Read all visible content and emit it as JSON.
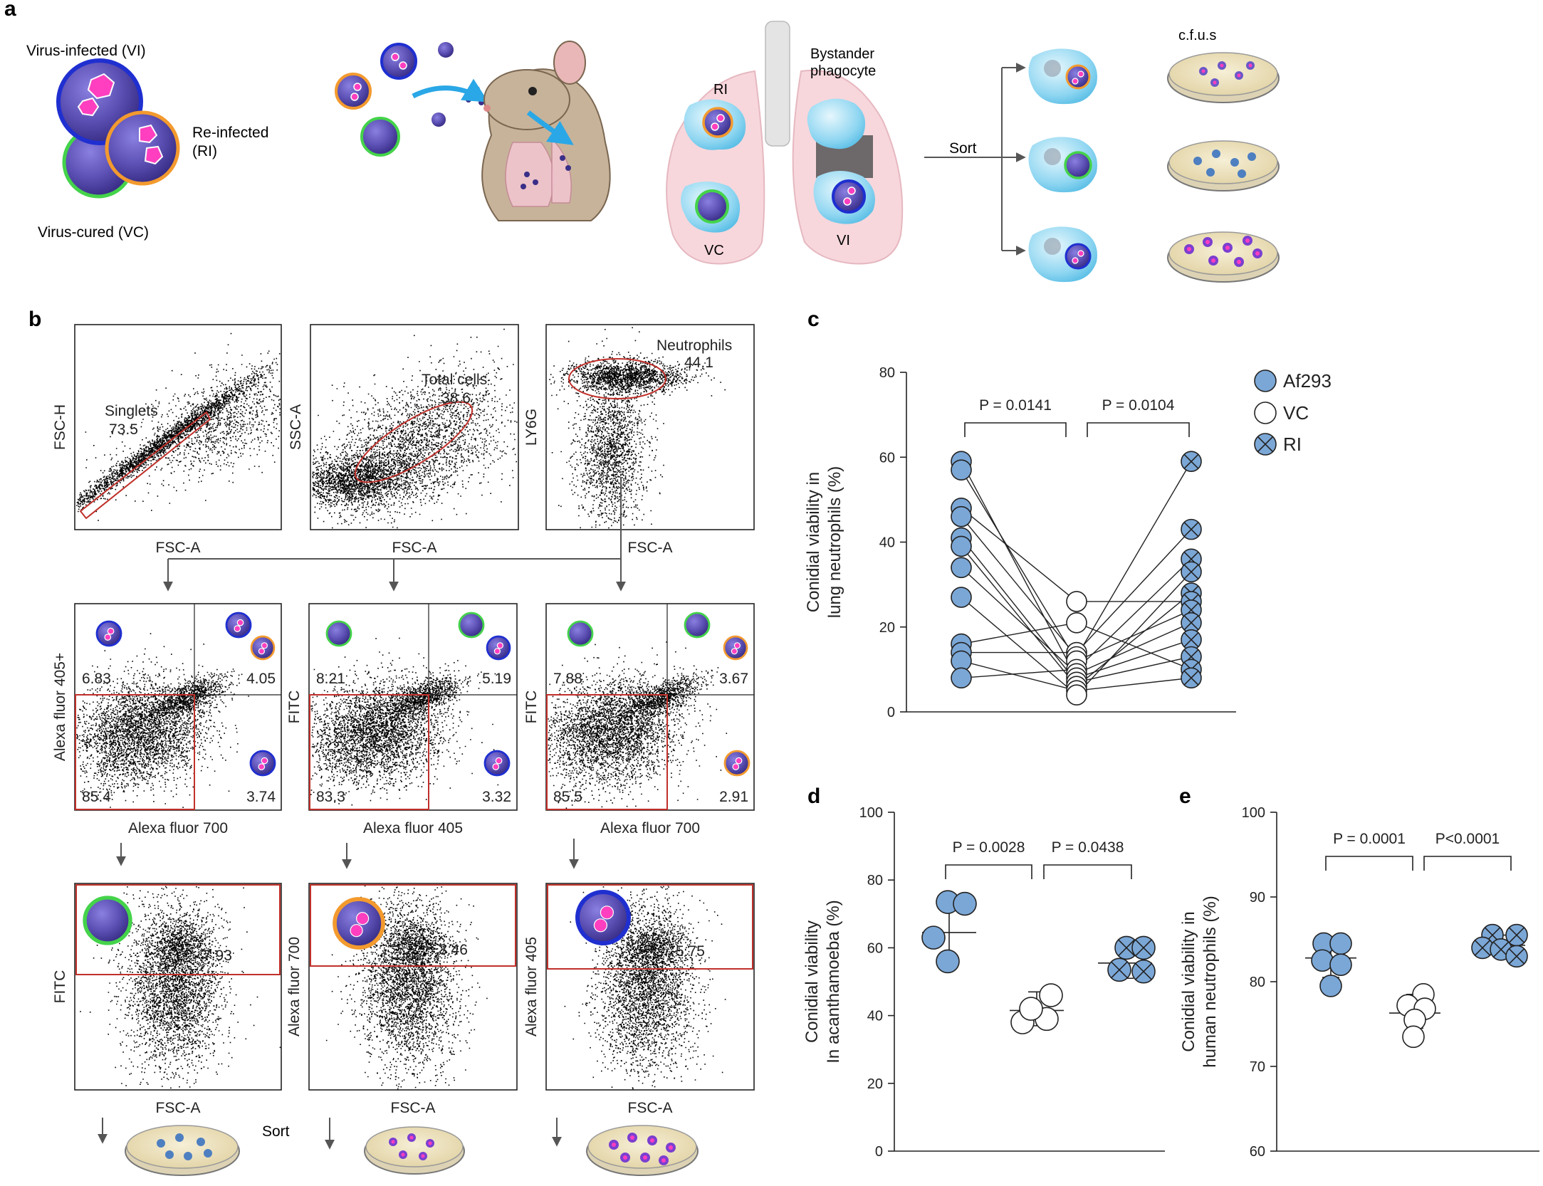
{
  "panels": {
    "a": {
      "letter": "a",
      "labels": {
        "vi": "Virus-infected (VI)",
        "ri_line1": "Re-infected",
        "ri_line2": "(RI)",
        "vc": "Virus-cured (VC)",
        "lung_ri": "RI",
        "lung_vc": "VC",
        "lung_vi": "VI",
        "bystander_line1": "Bystander",
        "bystander_line2": "phagocyte",
        "sort": "Sort",
        "cfus": "c.f.u.s"
      }
    },
    "b": {
      "letter": "b",
      "plots": [
        {
          "id": "singlets",
          "x_label": "FSC-A",
          "y_label": "FSC-H",
          "gate_label": "Singlets",
          "gate_value": "73.5"
        },
        {
          "id": "total",
          "x_label": "FSC-A",
          "y_label": "SSC-A",
          "gate_label": "Total cells",
          "gate_value": "38.6"
        },
        {
          "id": "neutro",
          "x_label": "FSC-A",
          "y_label": "LY6G",
          "gate_label": "Neutrophils",
          "gate_value": "44.1"
        },
        {
          "id": "q1",
          "x_label": "Alexa fluor 700",
          "y_label": "Alexa fluor 405+",
          "quadrants": {
            "ul": "6.83",
            "ur": "4.05",
            "ll": "85.4",
            "lr": "3.74"
          }
        },
        {
          "id": "q2",
          "x_label": "Alexa fluor 405",
          "y_label": "FITC",
          "quadrants": {
            "ul": "8.21",
            "ur": "5.19",
            "ll": "83.3",
            "lr": "3.32"
          }
        },
        {
          "id": "q3",
          "x_label": "Alexa fluor 700",
          "y_label": "FITC",
          "quadrants": {
            "ul": "7.88",
            "ur": "3.67",
            "ll": "85.5",
            "lr": "2.91"
          }
        },
        {
          "id": "s1",
          "x_label": "FSC-A",
          "y_label": "FITC",
          "gate_value": "7.93"
        },
        {
          "id": "s2",
          "x_label": "FSC-A",
          "y_label": "Alexa fluor 700",
          "gate_value": "3.46"
        },
        {
          "id": "s3",
          "x_label": "FSC-A",
          "y_label": "Alexa fluor 405",
          "gate_value": "5.75"
        }
      ],
      "sort_label": "Sort"
    },
    "c": {
      "letter": "c"
    },
    "d": {
      "letter": "d"
    },
    "e": {
      "letter": "e"
    }
  },
  "colors": {
    "af293": "#7ba7d6",
    "vc": "#ffffff",
    "conidium": "#5b4fb3",
    "vi_ring": "#1f2fd0",
    "ri_ring": "#f39a2e",
    "vc_ring": "#44d34a",
    "virus": "#ff3fbf",
    "gate": "#c0302a",
    "lung": "#f7d7dc",
    "phagocyte": "#7fd0ee",
    "dish": "#efe4c2"
  },
  "chart_data": [
    {
      "id": "c",
      "type": "scatter",
      "categories": [
        "Af293",
        "VC",
        "RI"
      ],
      "ylabel": "Conidial viability in lung neutrophils (%)",
      "ylim": [
        0,
        80
      ],
      "yticks": [
        0,
        20,
        40,
        60,
        80
      ],
      "legend": [
        "Af293",
        "VC",
        "RI"
      ],
      "legend_placement": "top-right",
      "series": [
        {
          "name": "Af293",
          "values": [
            59,
            57,
            48,
            46,
            41,
            39,
            34,
            27,
            16,
            14,
            12,
            8
          ]
        },
        {
          "name": "VC",
          "values": [
            26,
            21,
            14,
            13,
            12,
            10,
            9,
            8,
            7,
            6,
            5,
            4
          ]
        },
        {
          "name": "RI",
          "values": [
            59,
            43,
            36,
            33,
            28,
            26,
            24,
            21,
            17,
            13,
            10,
            8
          ]
        }
      ],
      "pairs": [
        [
          59,
          8
        ],
        [
          57,
          12
        ],
        [
          48,
          26
        ],
        [
          46,
          13
        ],
        [
          41,
          7
        ],
        [
          39,
          6
        ],
        [
          34,
          9
        ],
        [
          27,
          4
        ],
        [
          16,
          21
        ],
        [
          14,
          14
        ],
        [
          12,
          5
        ],
        [
          8,
          10
        ]
      ],
      "pairs_vc_ri": [
        [
          4,
          33
        ],
        [
          5,
          8
        ],
        [
          6,
          28
        ],
        [
          7,
          13
        ],
        [
          8,
          17
        ],
        [
          9,
          21
        ],
        [
          10,
          36
        ],
        [
          12,
          24
        ],
        [
          13,
          59
        ],
        [
          14,
          43
        ],
        [
          21,
          10
        ],
        [
          26,
          26
        ]
      ],
      "pvalues": [
        "P = 0.0141",
        "P = 0.0104"
      ]
    },
    {
      "id": "d",
      "type": "scatter",
      "categories": [
        "Af293",
        "VC",
        "RI"
      ],
      "ylabel": "Conidial viability In acanthamoeba (%)",
      "ylim": [
        0,
        100
      ],
      "yticks": [
        0,
        20,
        40,
        60,
        80,
        100
      ],
      "series": [
        {
          "name": "Af293",
          "values": [
            73.5,
            73,
            63,
            56
          ],
          "mean": 64.5,
          "sd_low": 55.5,
          "sd_high": 73.5
        },
        {
          "name": "VC",
          "values": [
            46,
            38,
            39,
            42
          ],
          "mean": 41.5,
          "sd_low": 37,
          "sd_high": 47
        },
        {
          "name": "RI",
          "values": [
            60,
            60,
            53.5,
            53
          ],
          "mean": 55.5,
          "sd_low": 51,
          "sd_high": 60.5
        }
      ],
      "pvalues": [
        "P = 0.0028",
        "P = 0.0438"
      ]
    },
    {
      "id": "e",
      "type": "scatter",
      "categories": [
        "Af293",
        "VC",
        "RI"
      ],
      "ylabel": "Conidial viability in human neutrophils (%)",
      "ylim": [
        60,
        100
      ],
      "yticks": [
        60,
        70,
        80,
        90,
        100
      ],
      "series": [
        {
          "name": "Af293",
          "values": [
            84.5,
            84.5,
            82.5,
            82,
            79.5
          ],
          "mean": 82.8,
          "sd_low": 80.5,
          "sd_high": 85
        },
        {
          "name": "VC",
          "values": [
            78.5,
            77.2,
            76.8,
            75.5,
            73.5
          ],
          "mean": 76.3,
          "sd_low": 74.5,
          "sd_high": 78.5
        },
        {
          "name": "RI",
          "values": [
            85.5,
            85.5,
            84,
            83.8,
            83
          ],
          "mean": 84.3,
          "sd_low": 83.5,
          "sd_high": 85.5
        }
      ],
      "pvalues": [
        "P = 0.0001",
        "P<0.0001"
      ]
    }
  ]
}
